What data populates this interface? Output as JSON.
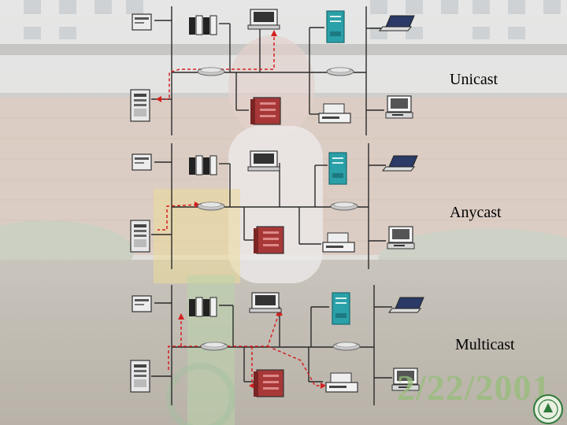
{
  "labels": {
    "unicast": "Unicast",
    "anycast": "Anycast",
    "multicast": "Multicast"
  },
  "watermark": {
    "date": "2/22/2001"
  },
  "colors": {
    "line": "#2a2a2a",
    "path": "#d42020",
    "cyan_tower": "#2aa0a8",
    "red_server": "#a83838",
    "hub": "#c8c8c8"
  },
  "icons": {
    "seal": "university-seal-icon"
  }
}
